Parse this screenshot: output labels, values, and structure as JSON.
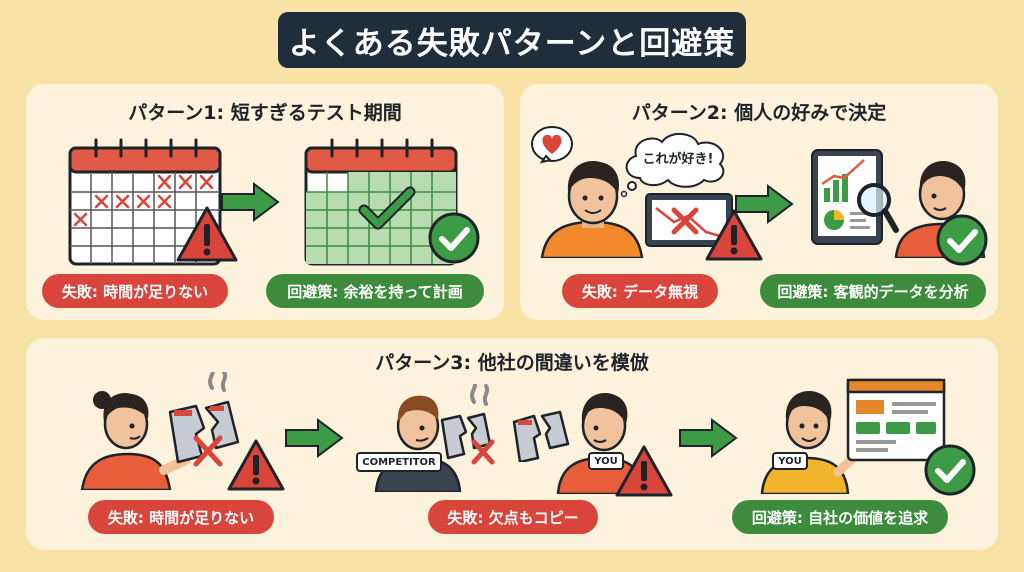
{
  "title": "よくある失敗パターンと回避策",
  "patterns": [
    {
      "title": "パターン1: 短すぎるテスト期間",
      "failure": "失敗: 時間が足りない",
      "solution": "回避策: 余裕を持って計画"
    },
    {
      "title": "パターン2: 個人の好みで決定",
      "speech": "これが好き!",
      "failure": "失敗: データ無視",
      "solution": "回避策: 客観的データを分析"
    },
    {
      "title": "パターン3: 他社の間違いを模倣",
      "failure_left": "失敗: 時間が足りない",
      "failure_mid": "失敗: 欠点もコピー",
      "solution": "回避策: 自社の価値を追求",
      "competitor_label": "COMPETITOR",
      "you_label": "YOU"
    }
  ],
  "colors": {
    "background": "#f8e2a6",
    "panel": "#fdf3dc",
    "banner": "#1f2e3a",
    "fail": "#d9453a",
    "success": "#3d8b3d",
    "arrow": "#3d9a45",
    "calendar_red": "#e05a45",
    "calendar_green": "#b6dcb0"
  },
  "icons": [
    "calendar-icon",
    "warning-icon",
    "check-icon",
    "arrow-right-icon",
    "heart-icon",
    "magnifier-icon",
    "broken-phone-icon",
    "smoke-icon"
  ]
}
